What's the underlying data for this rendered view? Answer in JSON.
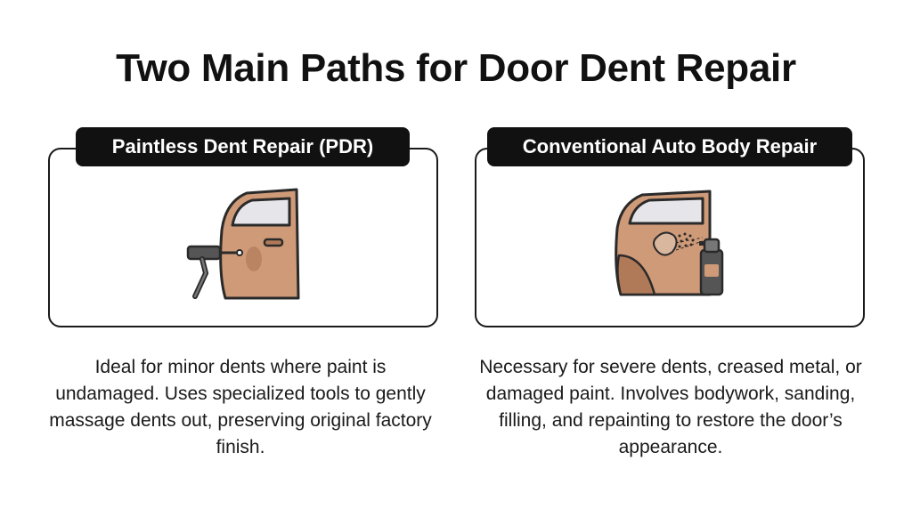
{
  "title": "Two Main Paths for Door Dent Repair",
  "colors": {
    "door_body": "#cf9a78",
    "door_shade": "#b07a58",
    "window": "#e6e6ea",
    "outline": "#2a2a2a",
    "tool": "#555555",
    "badge_bg": "#111111"
  },
  "left_panel": {
    "label": "Paintless Dent Repair (PDR)",
    "icon": "car-door-pdr-tool-icon",
    "description": "Ideal for minor dents where paint is undamaged. Uses specialized tools to gently massage dents out, preserving original factory finish."
  },
  "right_panel": {
    "label": "Conventional Auto Body Repair",
    "icon": "car-door-spray-paint-icon",
    "description": "Necessary for severe dents, creased metal, or damaged paint. Involves bodywork, sanding, filling, and repainting to restore the door’s appearance."
  }
}
